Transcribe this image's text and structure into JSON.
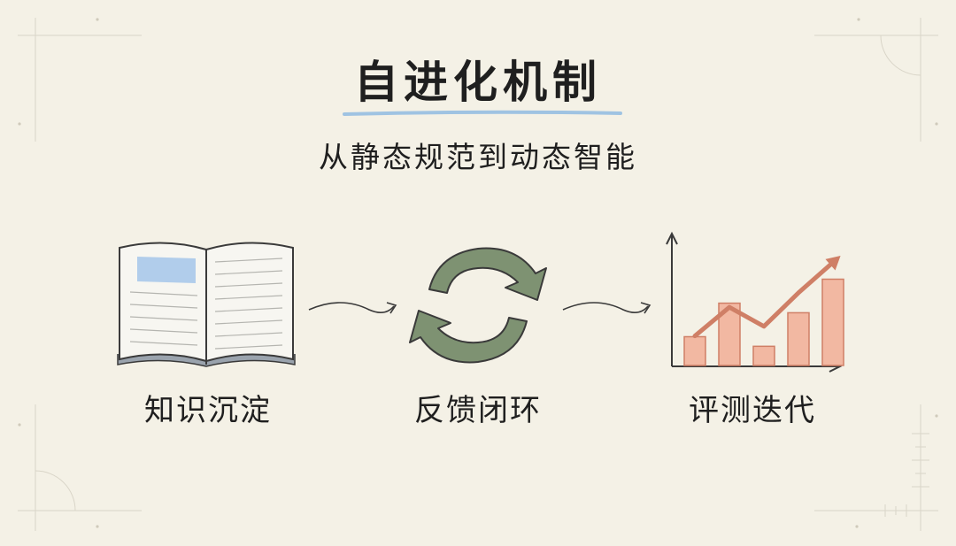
{
  "title": "自进化机制",
  "subtitle": "从静态规范到动态智能",
  "steps": [
    {
      "label": "知识沉淀",
      "icon": "open-book-icon"
    },
    {
      "label": "反馈闭环",
      "icon": "cycle-arrows-icon"
    },
    {
      "label": "评测迭代",
      "icon": "rising-bar-chart-icon"
    }
  ],
  "colors": {
    "background": "#f4f1e6",
    "text": "#1f1f1f",
    "underline": "#9fc3e2",
    "book_highlight": "#a9c9ea",
    "cycle_green": "#7e9272",
    "bar_fill": "#f2b8a2",
    "bar_stroke": "#cf7f66"
  },
  "chart_data": {
    "type": "bar",
    "values": [
      3,
      6.5,
      2,
      5.5,
      9
    ],
    "trend": [
      4,
      7,
      5,
      8.5,
      12
    ]
  }
}
